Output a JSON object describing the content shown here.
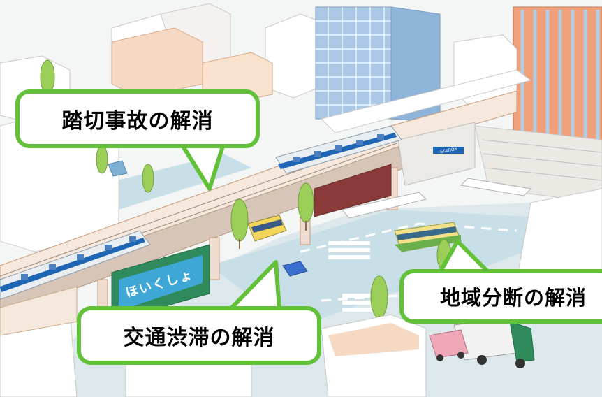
{
  "callouts": {
    "crossing": "踏切事故の解消",
    "traffic": "交通渋滞の解消",
    "division": "地域分断の解消"
  },
  "signs": {
    "daycare": "ほいくしょ",
    "station": "STATION"
  },
  "colors": {
    "callout_border": "#62c039",
    "sky": "#eef6f8",
    "road": "#c9dfe8",
    "train_body": "#e8eef2",
    "train_stripe": "#1e66b4"
  }
}
